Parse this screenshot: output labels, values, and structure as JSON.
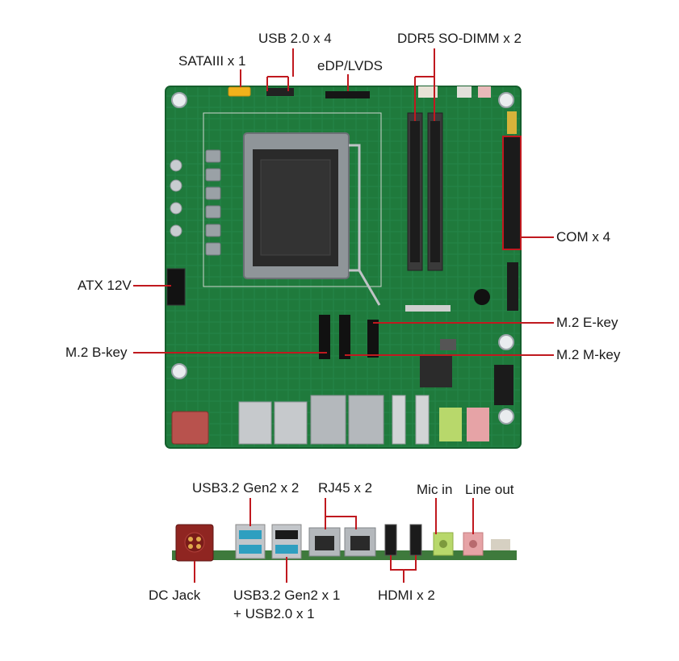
{
  "labels": {
    "usb20": "USB 2.0 x 4",
    "ddr5": "DDR5 SO-DIMM x 2",
    "sata": "SATAIII x 1",
    "edp": "eDP/LVDS",
    "com": "COM x 4",
    "atx": "ATX 12V",
    "m2e": "M.2 E-key",
    "m2b": "M.2 B-key",
    "m2m": "M.2 M-key",
    "usb32_x2": "USB3.2 Gen2  x 2",
    "rj45": "RJ45 x 2",
    "mic": "Mic in",
    "lineout": "Line out",
    "dcjack": "DC Jack",
    "usb32_x1_line1": "USB3.2 Gen2 x 1",
    "usb32_x1_line2": "+ USB2.0 x 1",
    "hdmi": "HDMI x 2"
  },
  "colors": {
    "pcb": "#1f7a3c",
    "pcb_dark": "#15602d",
    "callout": "#c0191f",
    "socket": "#2a2a2a",
    "port_metal": "#b9bcc0",
    "dc_jack": "#9b2a26",
    "mic": "#b8d86b",
    "lineout": "#e6a3a6",
    "usb3_blue": "#2f9fc0"
  },
  "icons": [
    "cpu-socket-icon",
    "ram-slot-icon",
    "usb-port-icon",
    "rj45-port-icon",
    "hdmi-port-icon",
    "audio-jack-icon",
    "dc-jack-icon"
  ]
}
